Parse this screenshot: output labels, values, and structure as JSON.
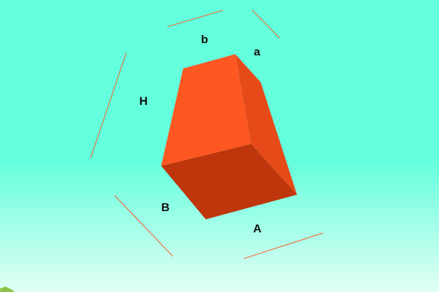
{
  "labels": {
    "b": "b",
    "a": "a",
    "H": "H",
    "B": "B",
    "A": "A"
  },
  "colors": {
    "background_top": "#64FFDC",
    "background_bottom": "#E2FFF4",
    "face_front": "#FF5722",
    "face_side": "#E64A19",
    "face_bottom": "#BF360C",
    "dimension_line": "#FF5722",
    "corner_marker": "#8BC34A"
  },
  "icons": {
    "corner_marker": "green-corner-marker-icon"
  }
}
